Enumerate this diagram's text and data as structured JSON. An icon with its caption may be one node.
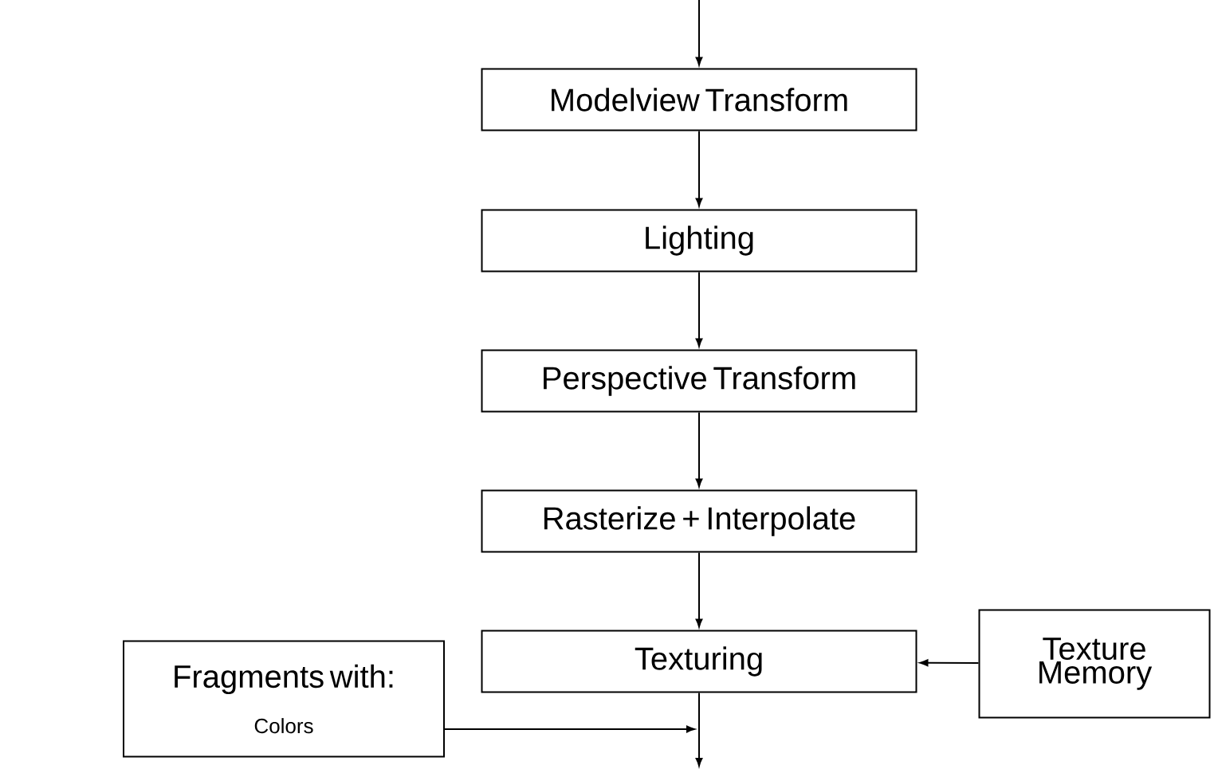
{
  "diagram": {
    "nodes": [
      {
        "text": [
          "Modelview Transform"
        ]
      },
      {
        "text": [
          "Lighting"
        ]
      },
      {
        "text": [
          "Perspective Transform"
        ]
      },
      {
        "text": [
          "Rasterize + Interpolate"
        ]
      },
      {
        "text": [
          "Texturing"
        ]
      },
      {
        "text": [
          "Texture Memory"
        ]
      },
      {
        "text": [
          "Fragments with:",
          "Colors"
        ]
      }
    ],
    "edges": [
      {
        "from": null,
        "to": 0,
        "arrow": "to"
      },
      {
        "from": 0,
        "to": 1,
        "arrow": "to"
      },
      {
        "from": 1,
        "to": 2,
        "arrow": "to"
      },
      {
        "from": 2,
        "to": 3,
        "arrow": "to"
      },
      {
        "from": 3,
        "to": 4,
        "arrow": "to"
      },
      {
        "from": 5,
        "to": 4,
        "arrow": "to"
      },
      {
        "from": 4,
        "to": null,
        "arrow": "to"
      },
      {
        "from": 6,
        "to": null,
        "arrow": "to"
      }
    ]
  }
}
